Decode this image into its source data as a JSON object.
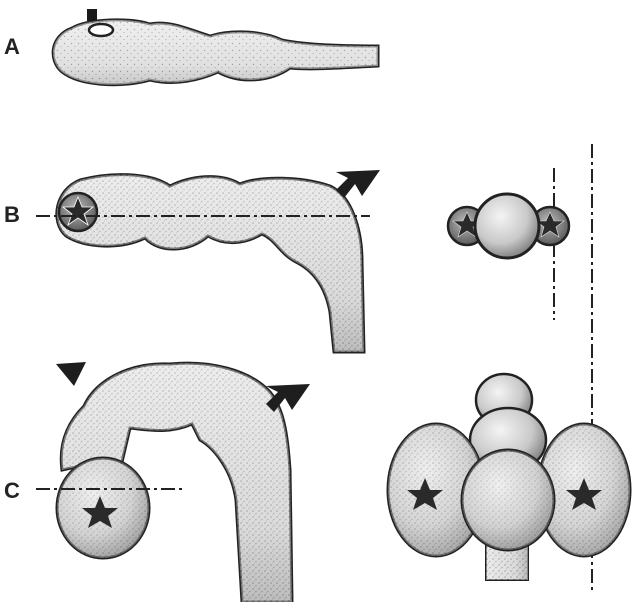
{
  "panels": {
    "a": {
      "label": "A"
    },
    "b": {
      "label": "B"
    },
    "c": {
      "label": "C"
    }
  },
  "colors": {
    "ink": "#222222",
    "tissue": "#cfcfcf",
    "background": "#ffffff"
  }
}
